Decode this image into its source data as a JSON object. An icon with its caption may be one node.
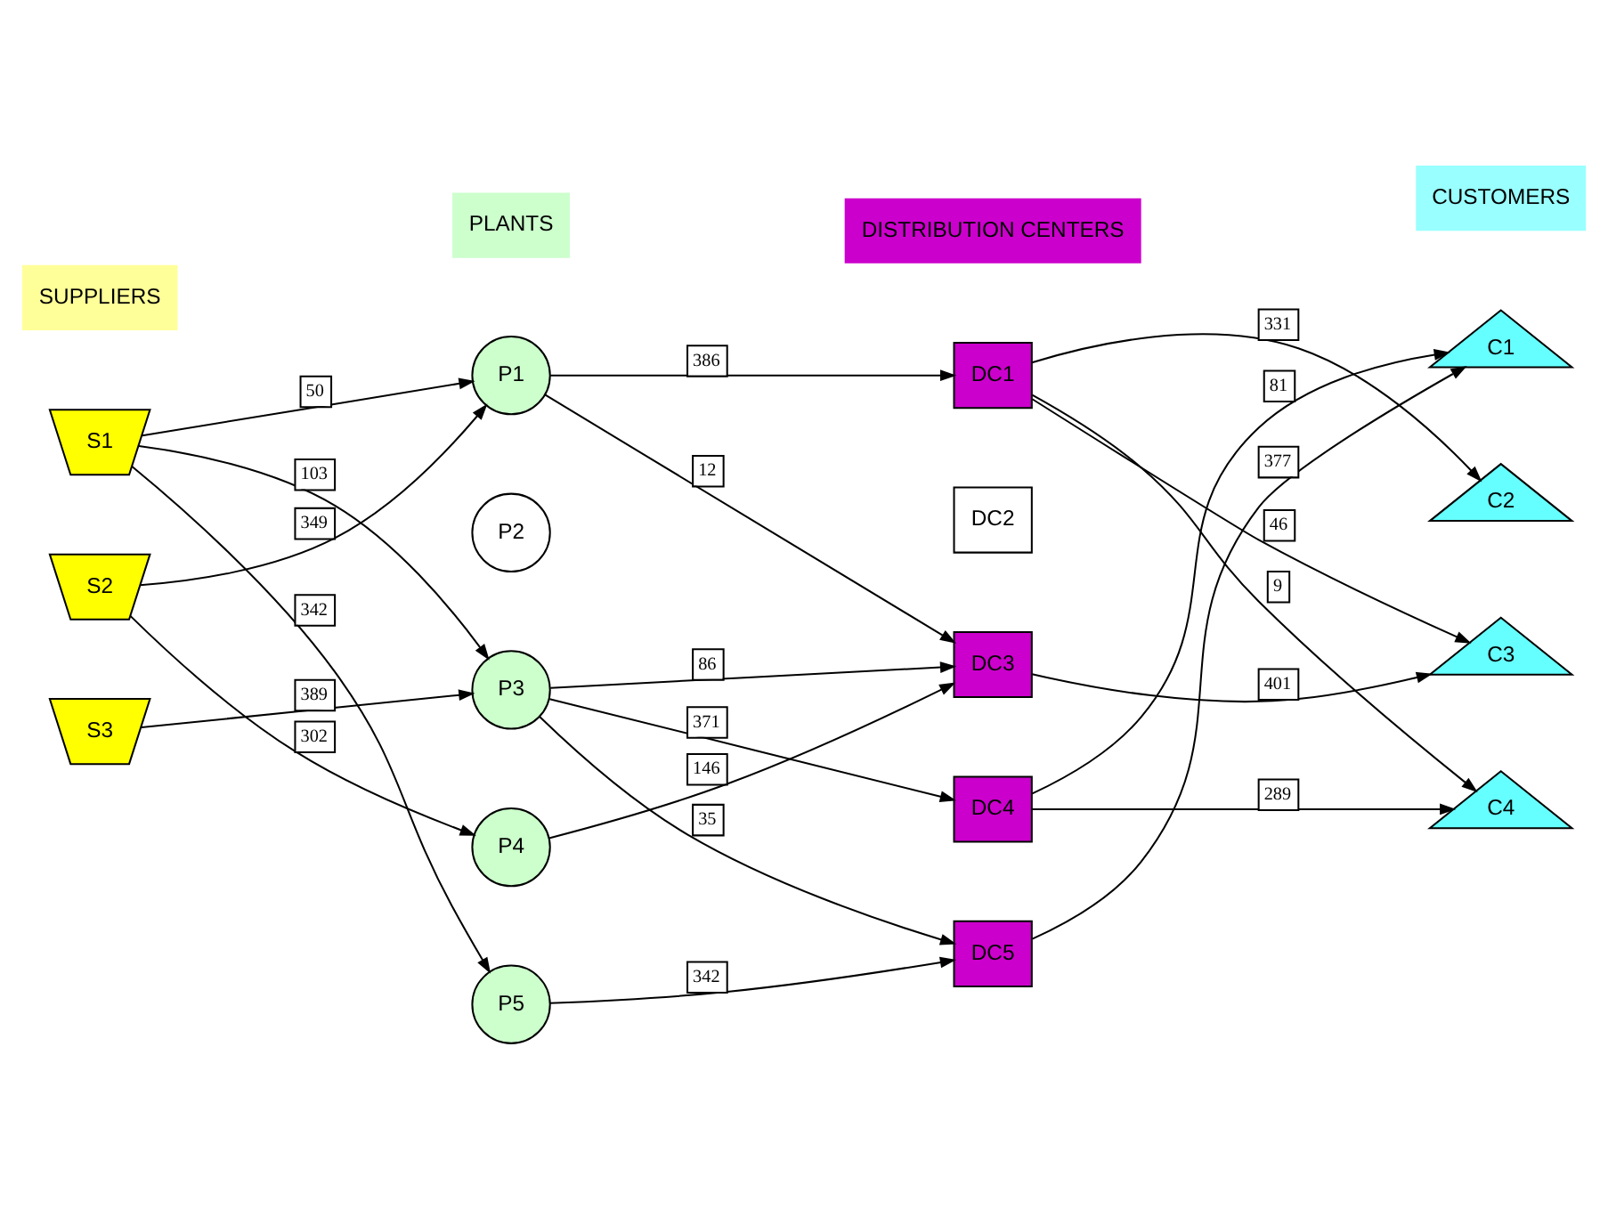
{
  "diagram": {
    "nodes": [
      {
        "text": [
          "SUPPLIERS"
        ]
      },
      {
        "text": [
          "PLANTS"
        ]
      },
      {
        "text": [
          "DISTRIBUTION CENTERS"
        ]
      },
      {
        "text": [
          "CUSTOMERS"
        ]
      },
      {
        "text": [
          "S1"
        ]
      },
      {
        "text": [
          "S2"
        ]
      },
      {
        "text": [
          "S3"
        ]
      },
      {
        "text": [
          "P1"
        ]
      },
      {
        "text": [
          "P2"
        ]
      },
      {
        "text": [
          "P3"
        ]
      },
      {
        "text": [
          "P4"
        ]
      },
      {
        "text": [
          "P5"
        ]
      },
      {
        "text": [
          "DC1"
        ]
      },
      {
        "text": [
          "DC2"
        ]
      },
      {
        "text": [
          "DC3"
        ]
      },
      {
        "text": [
          "DC4"
        ]
      },
      {
        "text": [
          "DC5"
        ]
      },
      {
        "text": [
          "C1"
        ]
      },
      {
        "text": [
          "C2"
        ]
      },
      {
        "text": [
          "C3"
        ]
      },
      {
        "text": [
          "C4"
        ]
      }
    ],
    "edges": [
      {
        "from": 4,
        "to": 7,
        "arrow": "to",
        "label": "50"
      },
      {
        "from": 5,
        "to": 7,
        "arrow": "to",
        "label": "349"
      },
      {
        "from": 4,
        "to": 9,
        "arrow": "to",
        "label": "103"
      },
      {
        "from": 4,
        "to": 11,
        "arrow": "to",
        "label": "342"
      },
      {
        "from": 5,
        "to": 10,
        "arrow": "to",
        "label": "302"
      },
      {
        "from": 6,
        "to": 9,
        "arrow": "to",
        "label": "389"
      },
      {
        "from": 7,
        "to": 12,
        "arrow": "to",
        "label": "386"
      },
      {
        "from": 7,
        "to": 14,
        "arrow": "to",
        "label": "12"
      },
      {
        "from": 9,
        "to": 14,
        "arrow": "to",
        "label": "86"
      },
      {
        "from": 10,
        "to": 14,
        "arrow": "to",
        "label": "146"
      },
      {
        "from": 9,
        "to": 15,
        "arrow": "to",
        "label": "371"
      },
      {
        "from": 9,
        "to": 16,
        "arrow": "to",
        "label": "35"
      },
      {
        "from": 11,
        "to": 16,
        "arrow": "to",
        "label": "342"
      },
      {
        "from": 12,
        "to": 18,
        "arrow": "to",
        "label": "331"
      },
      {
        "from": 12,
        "to": 19,
        "arrow": "to",
        "label": "46"
      },
      {
        "from": 12,
        "to": 20,
        "arrow": "to",
        "label": "9"
      },
      {
        "from": 14,
        "to": 19,
        "arrow": "to",
        "label": "401"
      },
      {
        "from": 15,
        "to": 17,
        "arrow": "to",
        "label": "81"
      },
      {
        "from": 15,
        "to": 20,
        "arrow": "to",
        "label": "289"
      },
      {
        "from": 16,
        "to": 17,
        "arrow": "to",
        "label": "377"
      }
    ]
  }
}
